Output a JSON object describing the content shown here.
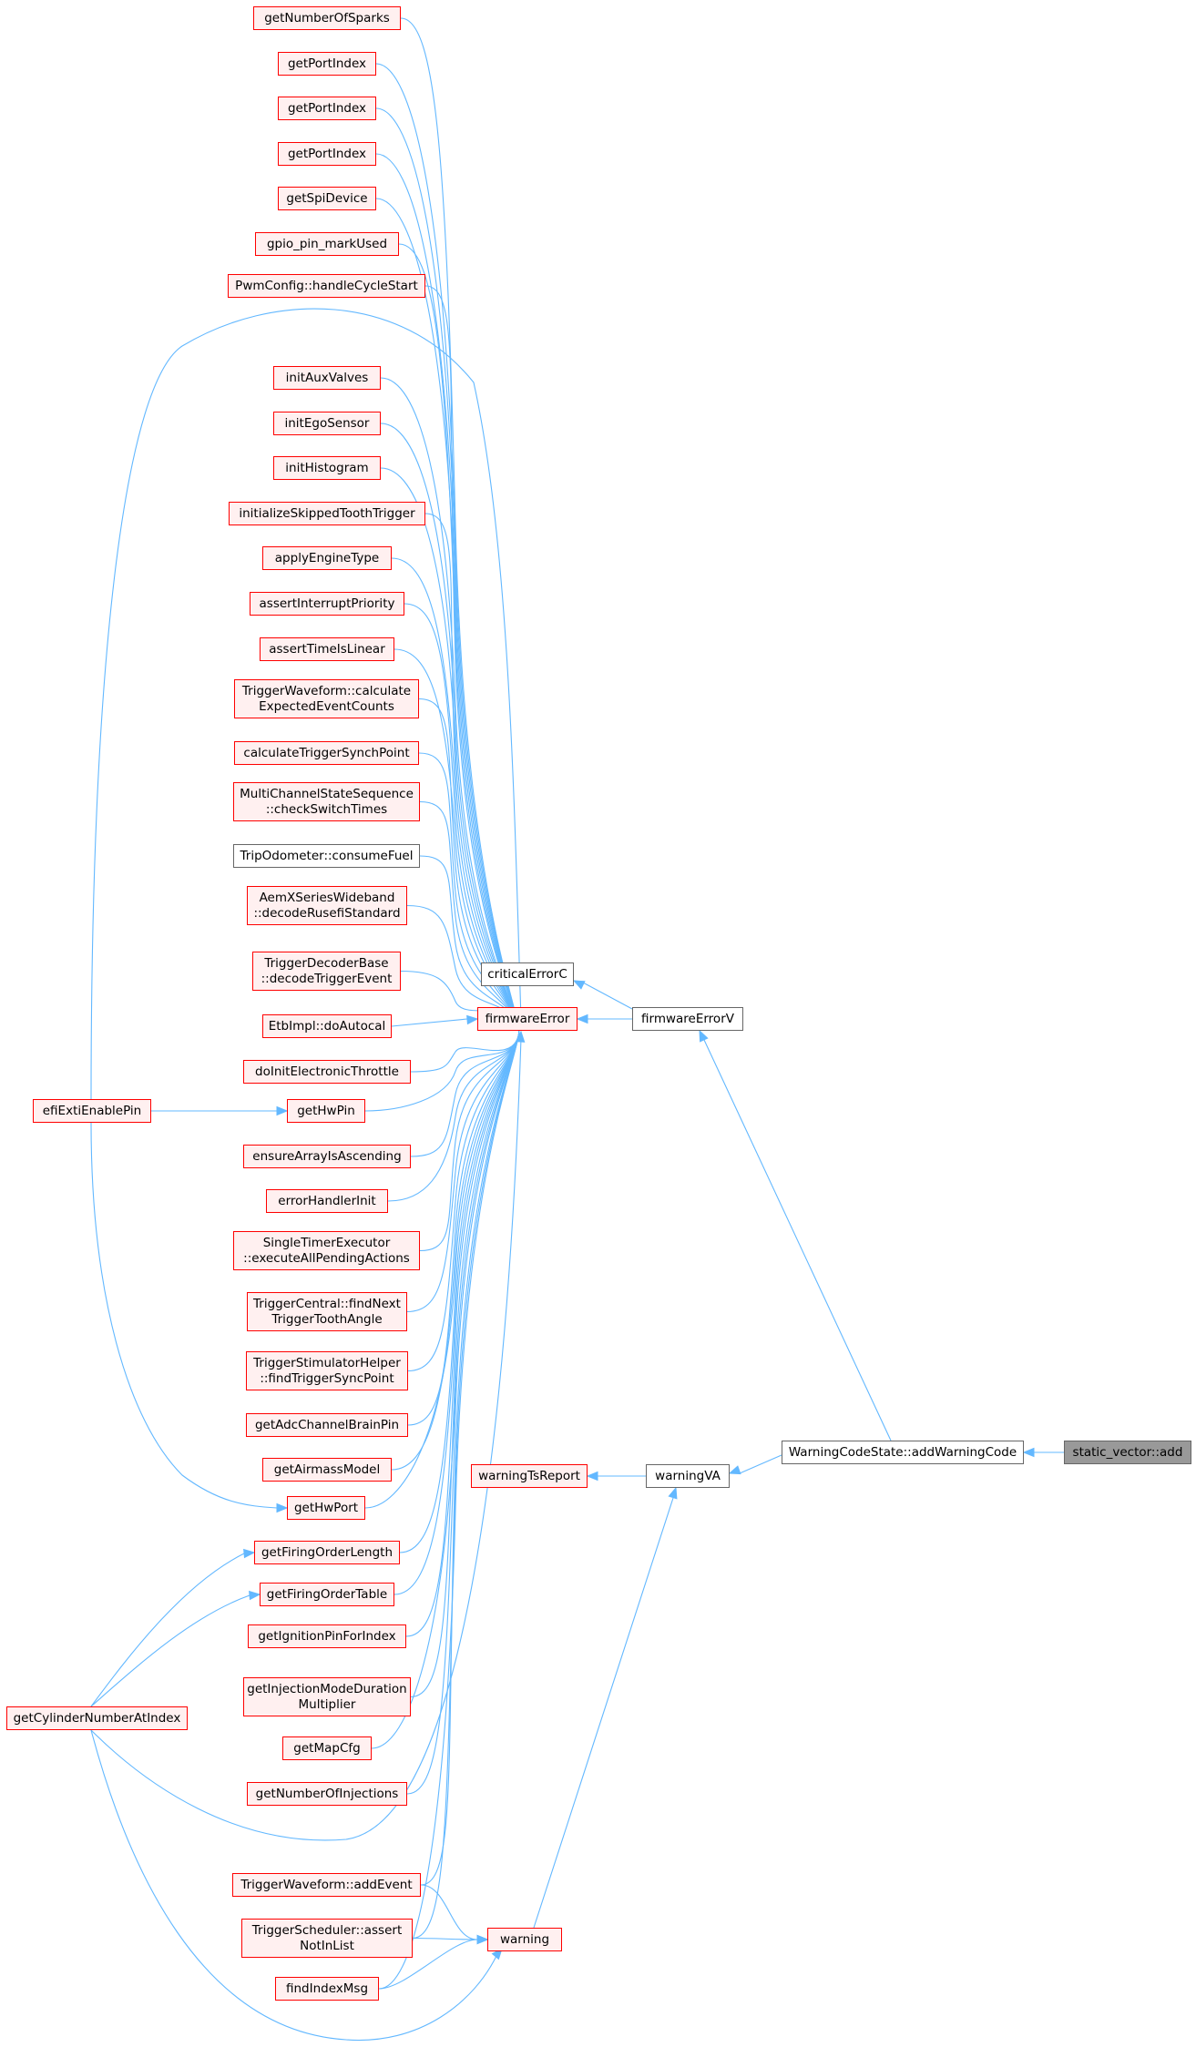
{
  "colors": {
    "edge": "#63b8ff",
    "red_border": "#ff0000",
    "red_fill": "#fff0f0",
    "gray_border": "#666666",
    "root_fill": "#999999"
  },
  "nodes": {
    "getNumberOfSparks": "getNumberOfSparks",
    "getPortIndex1": "getPortIndex",
    "getPortIndex2": "getPortIndex",
    "getPortIndex3": "getPortIndex",
    "getSpiDevice": "getSpiDevice",
    "gpio_pin_markUsed": "gpio_pin_markUsed",
    "handleCycleStart": "PwmConfig::handleCycleStart",
    "initAuxValves": "initAuxValves",
    "initEgoSensor": "initEgoSensor",
    "initHistogram": "initHistogram",
    "initializeSkippedToothTrigger": "initializeSkippedToothTrigger",
    "applyEngineType": "applyEngineType",
    "assertInterruptPriority": "assertInterruptPriority",
    "assertTimeIsLinear": "assertTimeIsLinear",
    "calculateExpectedEventCounts": "TriggerWaveform::calculate\nExpectedEventCounts",
    "calculateTriggerSynchPoint": "calculateTriggerSynchPoint",
    "checkSwitchTimes": "MultiChannelStateSequence\n::checkSwitchTimes",
    "consumeFuel": "TripOdometer::consumeFuel",
    "decodeRusefiStandard": "AemXSeriesWideband\n::decodeRusefiStandard",
    "decodeTriggerEvent": "TriggerDecoderBase\n::decodeTriggerEvent",
    "doAutocal": "EtbImpl::doAutocal",
    "doInitElectronicThrottle": "doInitElectronicThrottle",
    "getHwPin": "getHwPin",
    "efiExtiEnablePin": "efiExtiEnablePin",
    "ensureArrayIsAscending": "ensureArrayIsAscending",
    "errorHandlerInit": "errorHandlerInit",
    "executeAllPendingActions": "SingleTimerExecutor\n::executeAllPendingActions",
    "findNextTriggerToothAngle": "TriggerCentral::findNext\nTriggerToothAngle",
    "findTriggerSyncPoint": "TriggerStimulatorHelper\n::findTriggerSyncPoint",
    "getAdcChannelBrainPin": "getAdcChannelBrainPin",
    "getAirmassModel": "getAirmassModel",
    "getHwPort": "getHwPort",
    "getFiringOrderLength": "getFiringOrderLength",
    "getFiringOrderTable": "getFiringOrderTable",
    "getIgnitionPinForIndex": "getIgnitionPinForIndex",
    "getInjectionModeDurationMultiplier": "getInjectionModeDuration\nMultiplier",
    "getMapCfg": "getMapCfg",
    "getNumberOfInjections": "getNumberOfInjections",
    "getCylinderNumberAtIndex": "getCylinderNumberAtIndex",
    "addEvent": "TriggerWaveform::addEvent",
    "assertNotInList": "TriggerScheduler::assert\nNotInList",
    "findIndexMsg": "findIndexMsg",
    "warning": "warning",
    "firmwareError": "firmwareError",
    "criticalErrorC": "criticalErrorC",
    "firmwareErrorV": "firmwareErrorV",
    "warningTsReport": "warningTsReport",
    "warningVA": "warningVA",
    "addWarningCode": "WarningCodeState::addWarningCode",
    "staticVectorAdd": "static_vector::add"
  }
}
